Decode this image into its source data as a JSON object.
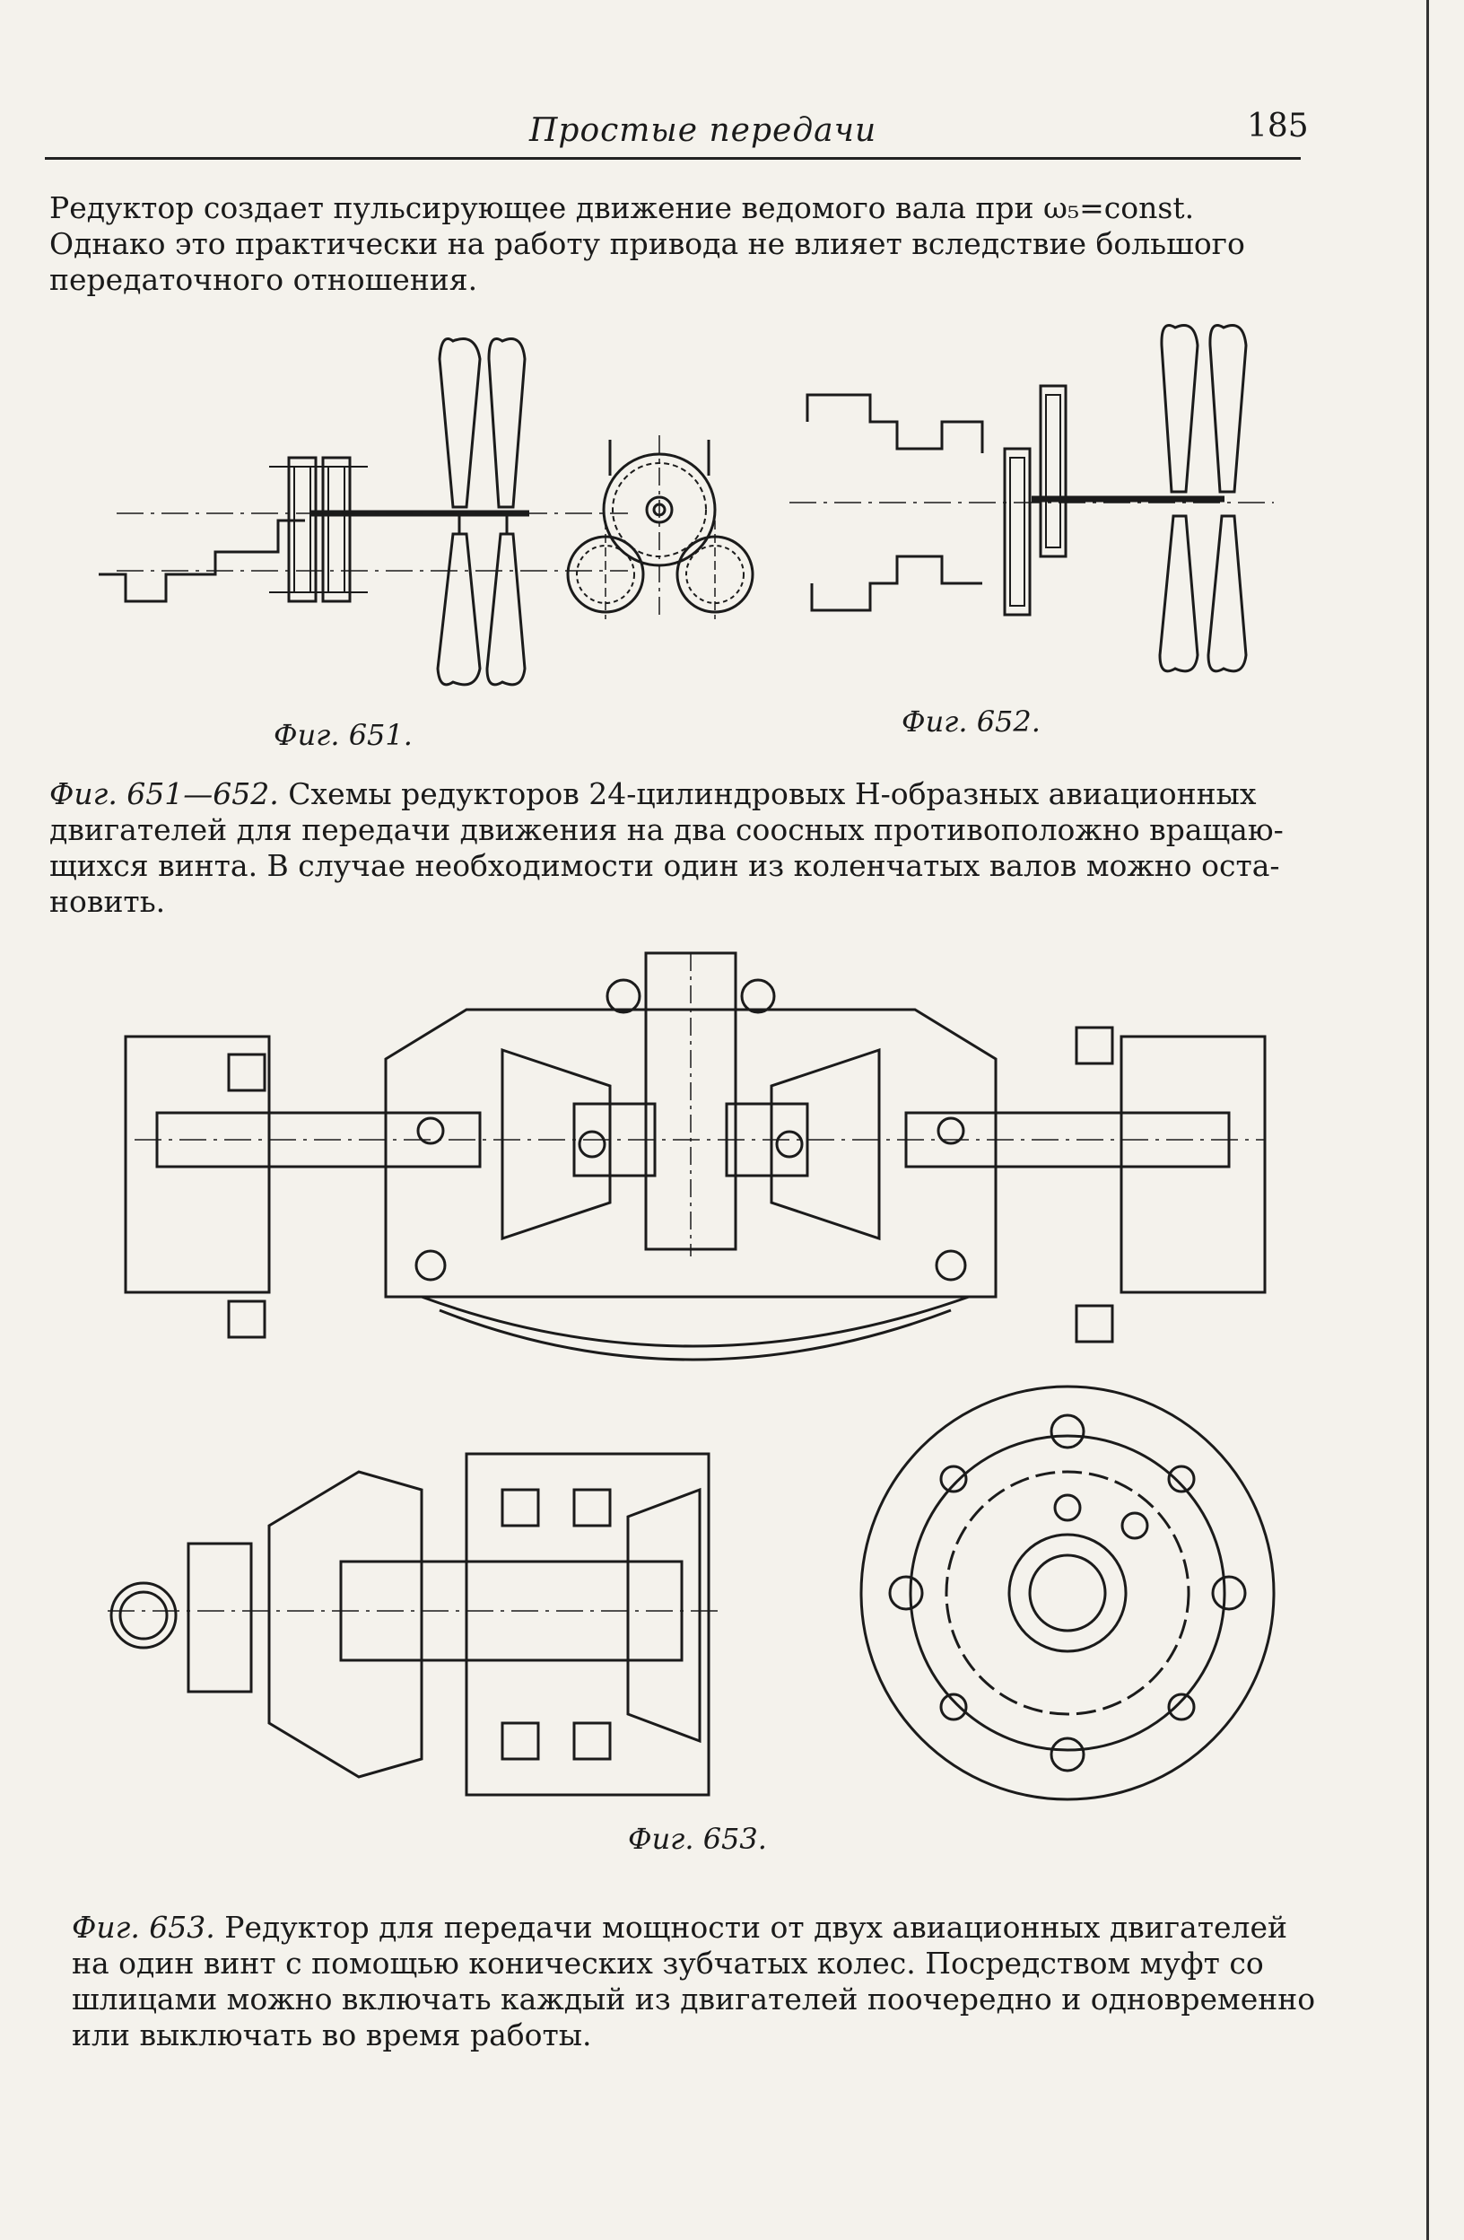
{
  "header": {
    "title": "Простые передачи",
    "page_number": "185"
  },
  "intro": {
    "lines": [
      "Редуктор создает пульсирующее движение ведомого вала при ω₅=const.",
      "Однако это практически на работу привода не влияет вследствие большого",
      "передаточного отношения."
    ]
  },
  "figures": {
    "fig651_label": "Фиг. 651.",
    "fig652_label": "Фиг. 652.",
    "fig653_label": "Фиг. 653."
  },
  "caption_651_652": {
    "ref": "Фиг. 651—652.",
    "lines": [
      " Схемы редукторов 24-цилиндровых Н-образных авиационных",
      "двигателей для передачи движения на два соосных противоположно вращаю-",
      "щихся винта. В случае необходимости один из коленчатых валов можно оста-",
      "новить."
    ]
  },
  "caption_653": {
    "ref": "Фиг. 653.",
    "lines": [
      " Редуктор для передачи мощности от двух авиационных двигателей",
      "на один винт с помощью конических зубчатых колес. Посредством муфт со",
      "шлицами можно включать каждый из двигателей поочередно и одновременно",
      "или выключать во время работы."
    ]
  }
}
